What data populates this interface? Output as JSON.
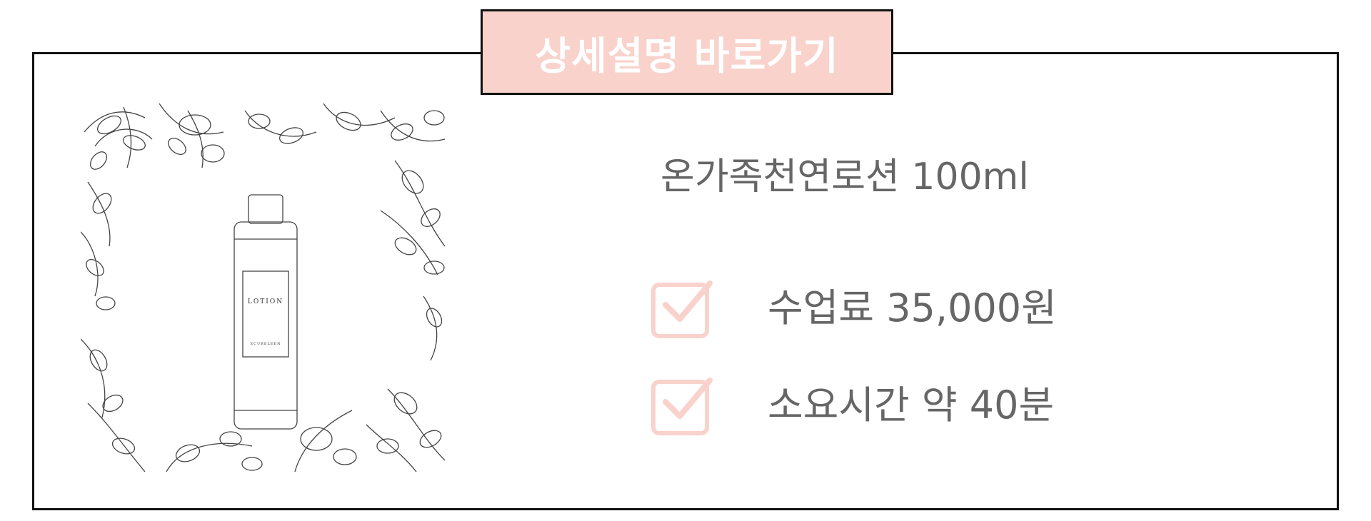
{
  "header": {
    "label": "상세설명 바로가기"
  },
  "product": {
    "image_label": "LOTION",
    "image_brand": "ECUBELEEN",
    "title": "온가족천연로션 100ml"
  },
  "details": [
    {
      "icon": "checkbox-checked-icon",
      "text": "수업료 35,000원"
    },
    {
      "icon": "checkbox-checked-icon",
      "text": "소요시간 약 40분"
    }
  ],
  "colors": {
    "accent": "#f9d2cc",
    "text": "#666666",
    "border": "#111111"
  }
}
